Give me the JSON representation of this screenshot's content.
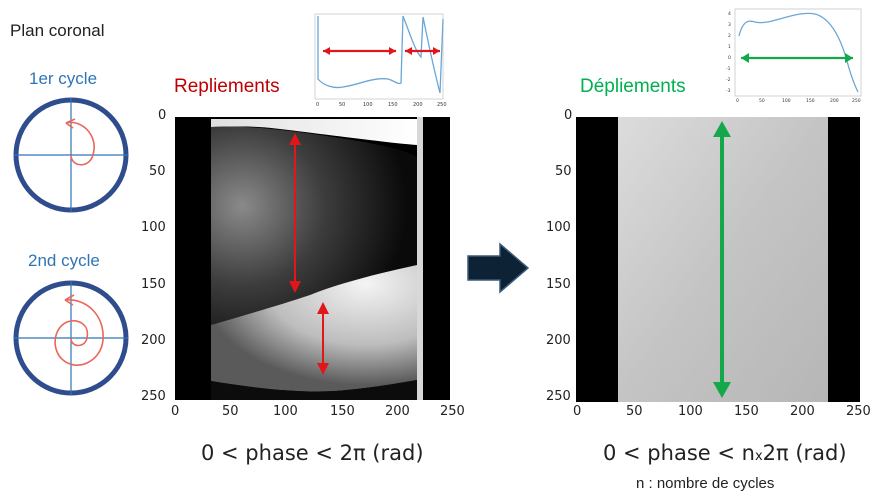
{
  "title": "Plan coronal",
  "cycles": [
    {
      "label": "1er cycle"
    },
    {
      "label": "2nd cycle"
    }
  ],
  "left_panel": {
    "heading": "Repliements",
    "caption": "0 < phase < 2π (rad)",
    "x_ticks": [
      "0",
      "50",
      "100",
      "150",
      "200",
      "250"
    ],
    "y_ticks": [
      "0",
      "50",
      "100",
      "150",
      "200",
      "250"
    ]
  },
  "right_panel": {
    "heading": "Dépliements",
    "caption": "0 < phase < n",
    "caption_sub": "x",
    "caption_end": "2π (rad)",
    "note": "n : nombre de cycles",
    "x_ticks": [
      "0",
      "50",
      "100",
      "150",
      "200",
      "250"
    ],
    "y_ticks": [
      "0",
      "50",
      "100",
      "150",
      "200",
      "250"
    ]
  },
  "mini_plot_left": {
    "x_ticks": [
      "0",
      "50",
      "100",
      "150",
      "200",
      "250"
    ],
    "y_ticks": []
  },
  "mini_plot_right": {
    "x_ticks": [
      "0",
      "50",
      "100",
      "150",
      "200",
      "250"
    ],
    "y_ticks": [
      "4",
      "3",
      "2",
      "1",
      "0",
      "-1",
      "-2",
      "-3"
    ]
  },
  "colors": {
    "blue": "#2e75b6",
    "red": "#c00000",
    "green": "#00b050",
    "arrow_red": "#e0161b",
    "arrow_green": "#14a84a",
    "circle": "#2f4d8c",
    "spiral": "#e8675a",
    "plot_line": "#6aa7d6",
    "block_arrow": "#0e2235"
  }
}
